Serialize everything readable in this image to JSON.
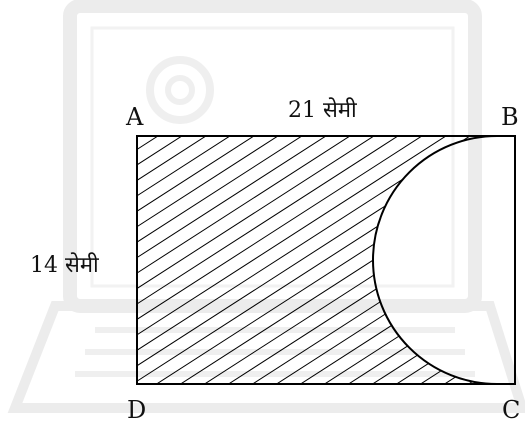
{
  "figure": {
    "vertices": {
      "a": "A",
      "b": "B",
      "c": "C",
      "d": "D"
    },
    "top_side_label": "21 सेमी",
    "left_side_label": "14 सेमी",
    "colors": {
      "stroke": "#000000",
      "hatch": "#000000",
      "watermark": "#e6e6e6"
    }
  }
}
